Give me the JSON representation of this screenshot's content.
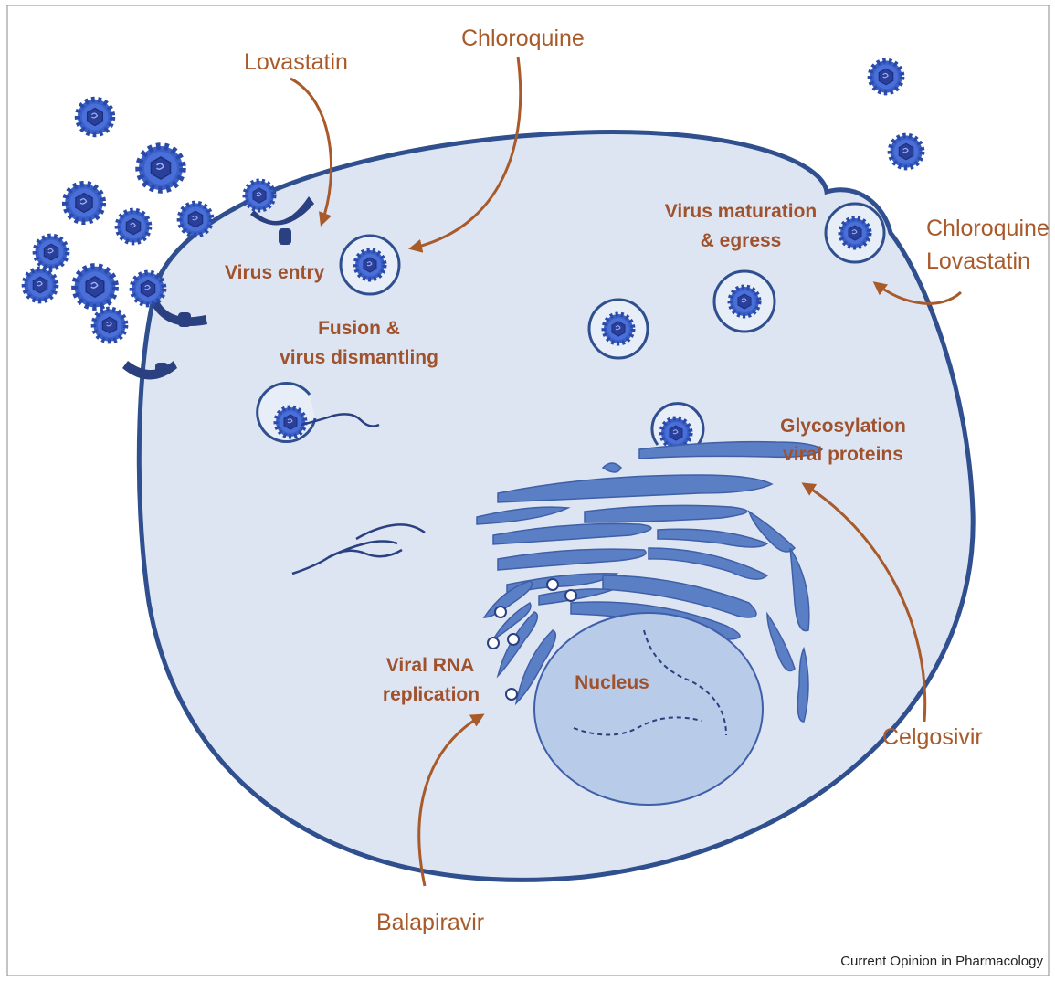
{
  "diagram": {
    "drugs": {
      "lovastatin_top": "Lovastatin",
      "chloroquine_top": "Chloroquine",
      "chloroquine_right": "Chloroquine",
      "lovastatin_right": "Lovastatin",
      "celgosivir": "Celgosivir",
      "balapiravir": "Balapiravir"
    },
    "steps": {
      "virus_entry": "Virus entry",
      "fusion_line1": "Fusion &",
      "fusion_line2": "virus dismantling",
      "maturation_line1": "Virus maturation",
      "maturation_line2": "& egress",
      "glyco_line1": "Glycosylation",
      "glyco_line2": "viral proteins",
      "rna_line1": "Viral RNA",
      "rna_line2": "replication",
      "nucleus": "Nucleus"
    },
    "credit": "Current Opinion in Pharmacology"
  },
  "colors": {
    "cell_fill": "#dde5f3",
    "cell_stroke": "#2f4f8f",
    "virus_fill": "#3a5fc8",
    "arrow": "#a85a2a",
    "nucleus_fill": "#b8cbe8"
  }
}
